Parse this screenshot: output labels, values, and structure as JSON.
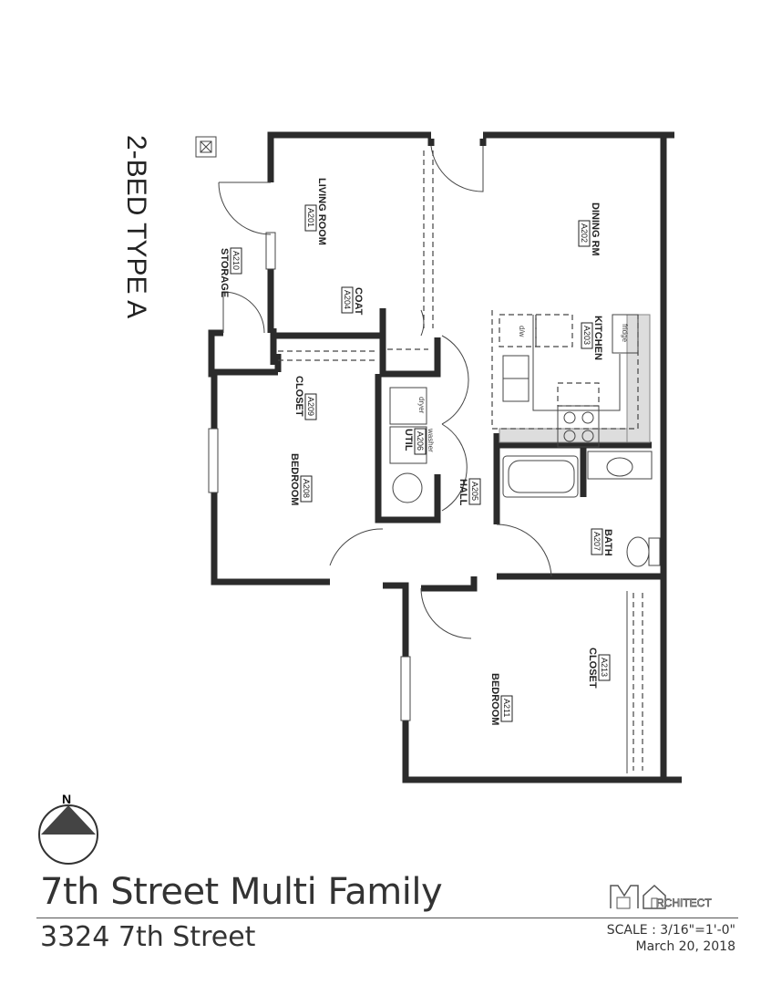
{
  "plan_title": "2-BED TYPE A",
  "rooms": {
    "living": {
      "name": "LIVING ROOM",
      "code": "A201"
    },
    "dining": {
      "name": "DINING RM",
      "code": "A202"
    },
    "kitchen": {
      "name": "KITCHEN",
      "code": "A203"
    },
    "coat": {
      "name": "COAT",
      "code": "A204"
    },
    "hall": {
      "name": "HALL",
      "code": "A205"
    },
    "util": {
      "name": "UTIL",
      "code": "A206"
    },
    "bath": {
      "name": "BATH",
      "code": "A207"
    },
    "bedroom1": {
      "name": "BEDROOM",
      "code": "A208"
    },
    "closet1": {
      "name": "CLOSET",
      "code": "A209"
    },
    "storage": {
      "name": "STORAGE",
      "code": "A210"
    },
    "bedroom2": {
      "name": "BEDROOM",
      "code": "A211"
    },
    "closet2": {
      "name": "CLOSET",
      "code": "A213"
    }
  },
  "appliances": {
    "dishwasher": "d/w",
    "fridge": "fridge",
    "dryer": "dryer",
    "washer": "washer"
  },
  "north_label": "N",
  "project": {
    "title": "7th Street Multi Family",
    "address": "3324 7th Street"
  },
  "logo_text": "MY ARCHITECT",
  "logo_visible": "RCHITECT",
  "scale": "SCALE : 3/16\"=1'-0\"",
  "date": "March 20, 2018"
}
